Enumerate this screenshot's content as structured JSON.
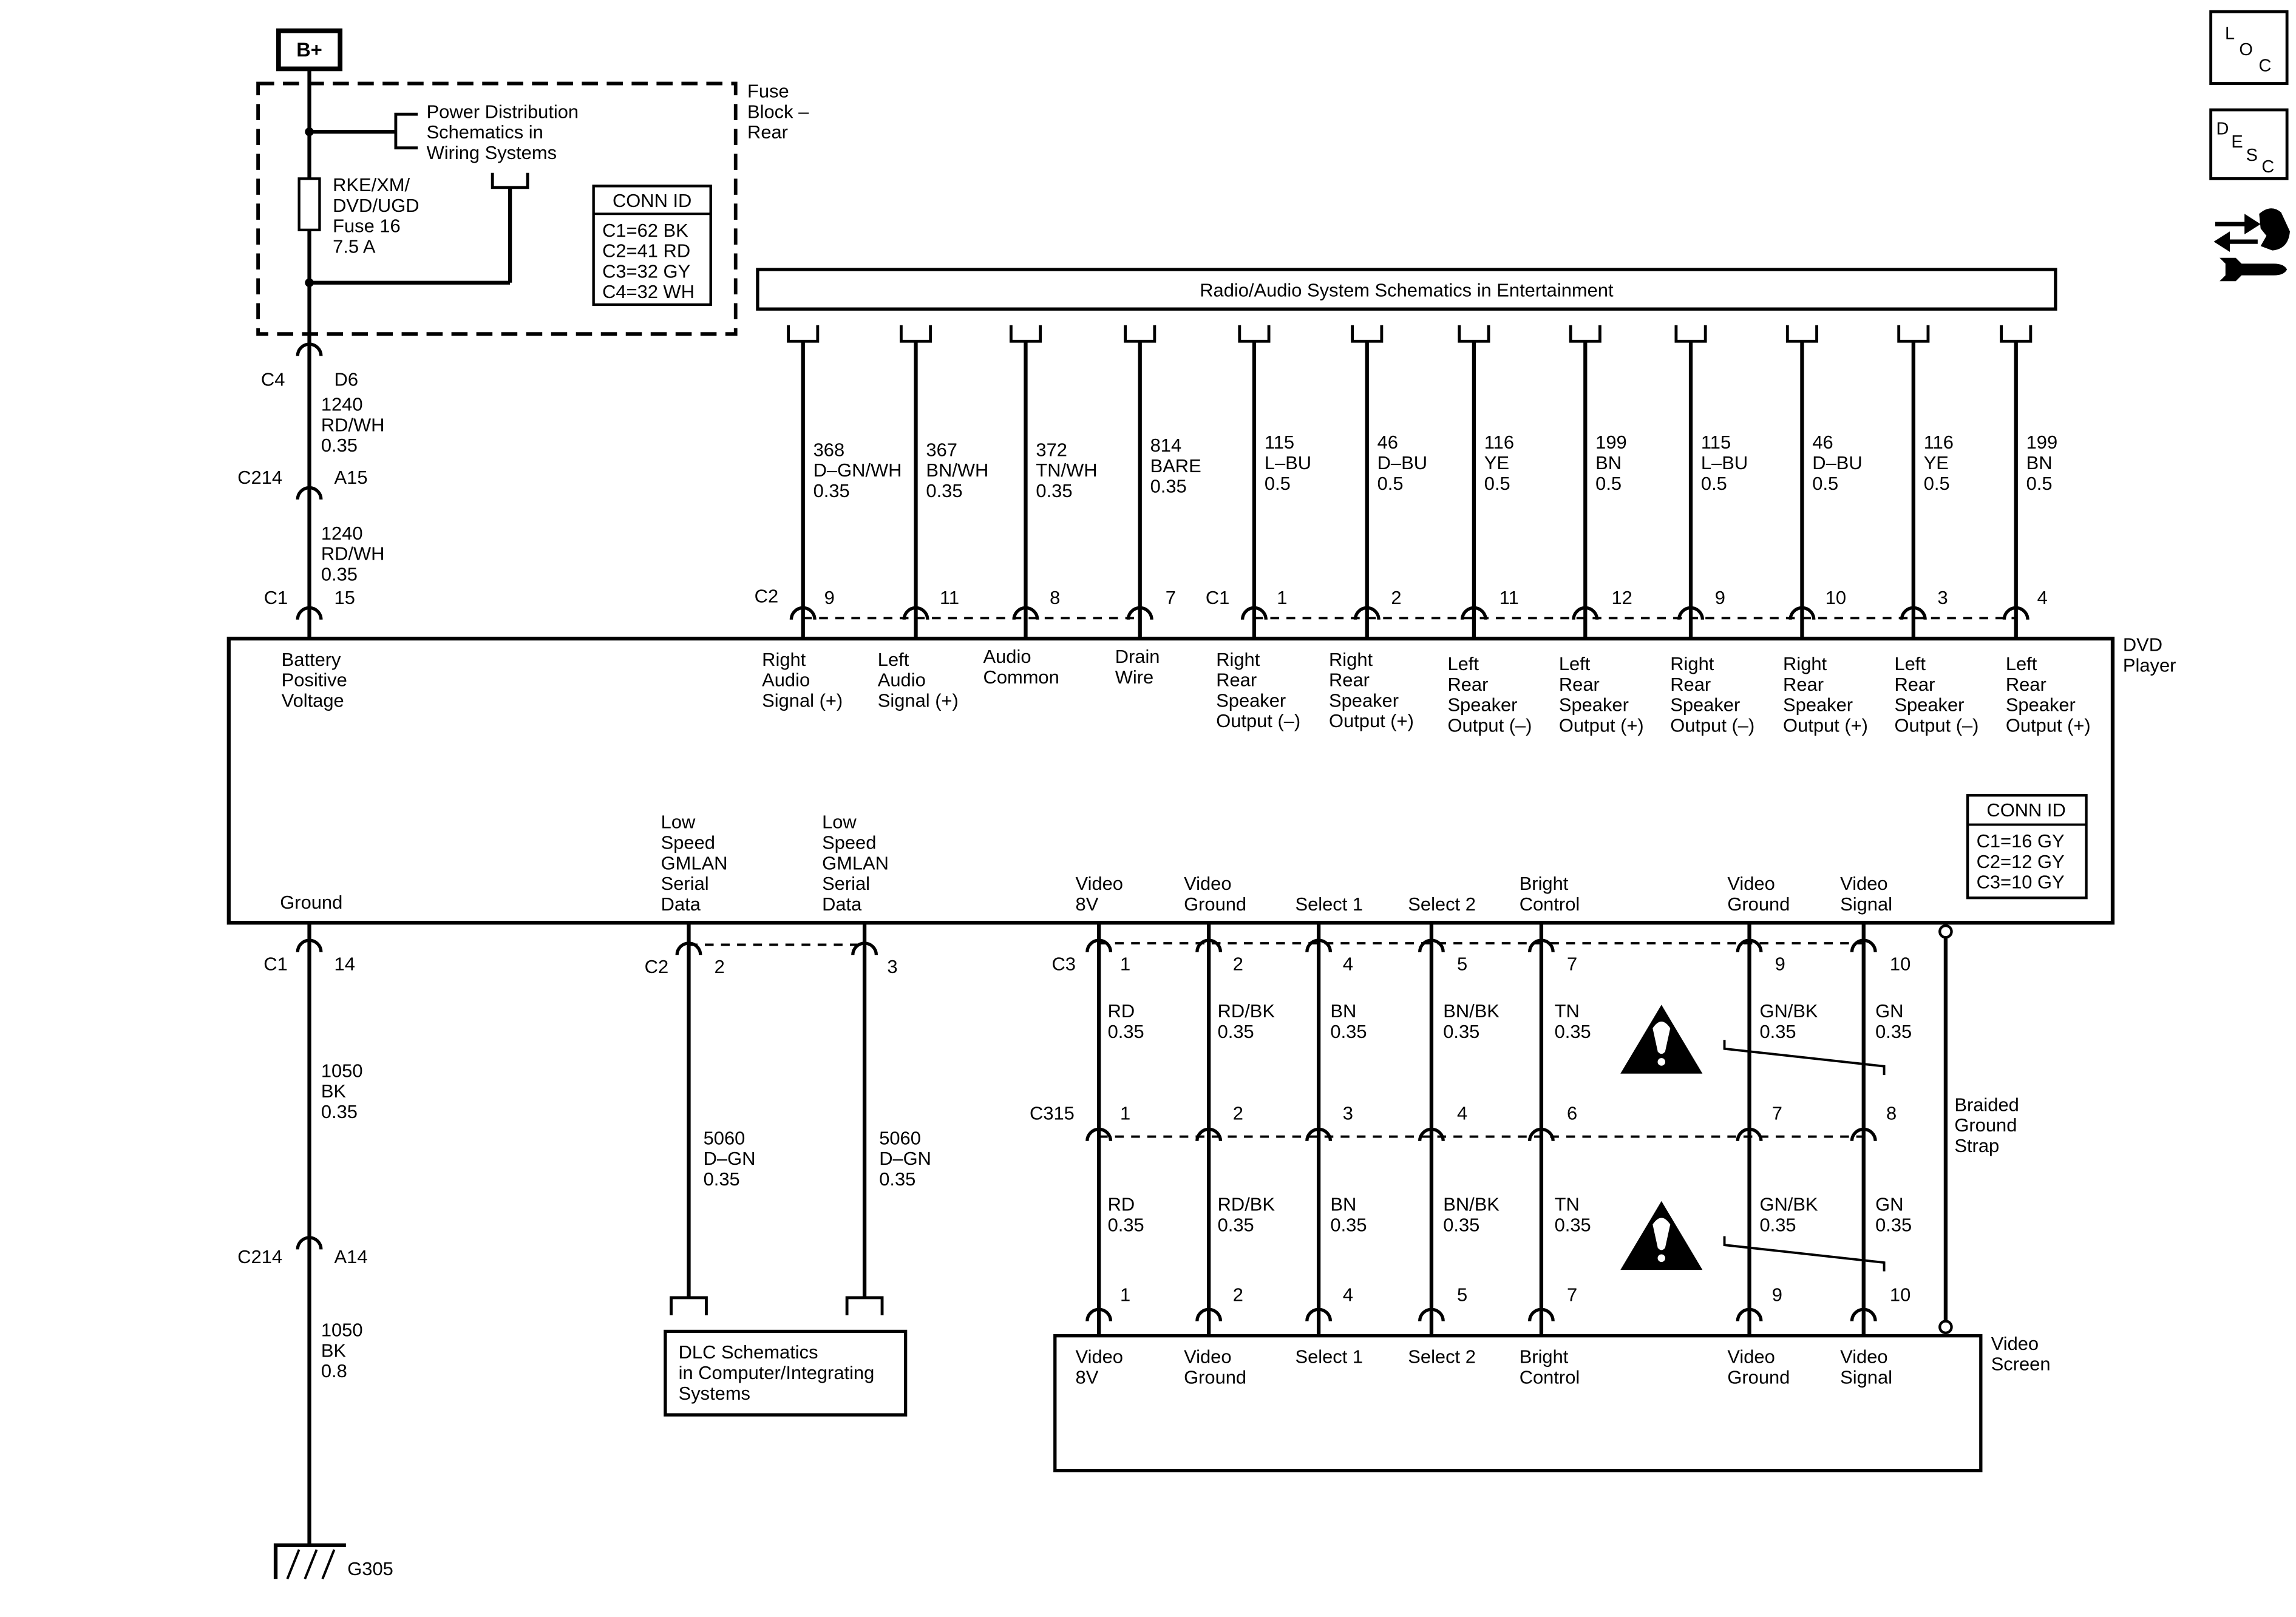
{
  "b_plus": "B+",
  "fuse_block": {
    "name": [
      "Fuse",
      "Block –",
      "Rear"
    ],
    "power_distribution": [
      "Power Distribution",
      "Schematics in",
      "Wiring Systems"
    ],
    "fuse": [
      "RKE/XM/",
      "DVD/UGD",
      "Fuse 16",
      "7.5 A"
    ],
    "conn_id": {
      "title": "CONN ID",
      "rows": [
        "C1=62 BK",
        "C2=41 RD",
        "C3=32 GY",
        "C4=32 WH"
      ]
    }
  },
  "power_circuit": {
    "c4": "C4",
    "c4_pin": "D6",
    "wire_a": {
      "circuit": "1240",
      "color": "RD/WH",
      "size": "0.35"
    },
    "c214": "C214",
    "c214_pin": "A15",
    "wire_b": {
      "circuit": "1240",
      "color": "RD/WH",
      "size": "0.35"
    },
    "c1": "C1",
    "c1_pin": "15"
  },
  "radio_bar": "Radio/Audio System Schematics in Entertainment",
  "audio_connectors": {
    "c2": "C2",
    "c1": "C1"
  },
  "audio_wires": [
    {
      "circuit": "368",
      "color": "D–GN/WH",
      "size": "0.35",
      "pin": "9",
      "label": [
        "Right",
        "Audio",
        "Signal (+)"
      ]
    },
    {
      "circuit": "367",
      "color": "BN/WH",
      "size": "0.35",
      "pin": "11",
      "label": [
        "Left",
        "Audio",
        "Signal (+)"
      ]
    },
    {
      "circuit": "372",
      "color": "TN/WH",
      "size": "0.35",
      "pin": "8",
      "label": [
        "Audio",
        "Common"
      ]
    },
    {
      "circuit": "814",
      "color": "BARE",
      "size": "0.35",
      "pin": "7",
      "label": [
        "Drain",
        "Wire"
      ]
    },
    {
      "circuit": "115",
      "color": "L–BU",
      "size": "0.5",
      "pin": "1",
      "label": [
        "Right",
        "Rear",
        "Speaker",
        "Output (–)"
      ]
    },
    {
      "circuit": "46",
      "color": "D–BU",
      "size": "0.5",
      "pin": "2",
      "label": [
        "Right",
        "Rear",
        "Speaker",
        "Output (+)"
      ]
    },
    {
      "circuit": "116",
      "color": "YE",
      "size": "0.5",
      "pin": "11",
      "label": [
        "Left",
        "Rear",
        "Speaker",
        "Output (–)"
      ]
    },
    {
      "circuit": "199",
      "color": "BN",
      "size": "0.5",
      "pin": "12",
      "label": [
        "Left",
        "Rear",
        "Speaker",
        "Output (+)"
      ]
    },
    {
      "circuit": "115",
      "color": "L–BU",
      "size": "0.5",
      "pin": "9",
      "label": [
        "Right",
        "Rear",
        "Speaker",
        "Output (–)"
      ]
    },
    {
      "circuit": "46",
      "color": "D–BU",
      "size": "0.5",
      "pin": "10",
      "label": [
        "Right",
        "Rear",
        "Speaker",
        "Output (+)"
      ]
    },
    {
      "circuit": "116",
      "color": "YE",
      "size": "0.5",
      "pin": "3",
      "label": [
        "Left",
        "Rear",
        "Speaker",
        "Output (–)"
      ]
    },
    {
      "circuit": "199",
      "color": "BN",
      "size": "0.5",
      "pin": "4",
      "label": [
        "Left",
        "Rear",
        "Speaker",
        "Output (+)"
      ]
    }
  ],
  "dvd_player": {
    "name": [
      "DVD",
      "Player"
    ],
    "battery_label": [
      "Battery",
      "Positive",
      "Voltage"
    ],
    "ground_label": "Ground",
    "gmlan_labels": [
      [
        "Low",
        "Speed",
        "GMLAN",
        "Serial",
        "Data"
      ],
      [
        "Low",
        "Speed",
        "GMLAN",
        "Serial",
        "Data"
      ]
    ],
    "conn_id": {
      "title": "CONN ID",
      "rows": [
        "C1=16 GY",
        "C2=12 GY",
        "C3=10 GY"
      ]
    }
  },
  "ground_circuit": {
    "c1": "C1",
    "c1_pin": "14",
    "wire_a": {
      "circuit": "1050",
      "color": "BK",
      "size": "0.35"
    },
    "c214": "C214",
    "c214_pin": "A14",
    "wire_b": {
      "circuit": "1050",
      "color": "BK",
      "size": "0.8"
    },
    "ground_id": "G305"
  },
  "gmlan_circuit": {
    "c2": "C2",
    "pins": [
      "2",
      "3"
    ],
    "wires": [
      {
        "circuit": "5060",
        "color": "D–GN",
        "size": "0.35"
      },
      {
        "circuit": "5060",
        "color": "D–GN",
        "size": "0.35"
      }
    ],
    "dlc_box": [
      "DLC Schematics",
      "in Computer/Integrating",
      "Systems"
    ]
  },
  "video_connectors": {
    "c3": "C3",
    "c315": "C315"
  },
  "video_wires": [
    {
      "dvd_label": [
        "Video",
        "8V"
      ],
      "c3_pin": "1",
      "upper": [
        "RD",
        "0.35"
      ],
      "c315_pin": "1",
      "lower": [
        "RD",
        "0.35"
      ],
      "screen_pin": "1",
      "screen_label": [
        "Video",
        "8V"
      ]
    },
    {
      "dvd_label": [
        "Video",
        "Ground"
      ],
      "c3_pin": "2",
      "upper": [
        "RD/BK",
        "0.35"
      ],
      "c315_pin": "2",
      "lower": [
        "RD/BK",
        "0.35"
      ],
      "screen_pin": "2",
      "screen_label": [
        "Video",
        "Ground"
      ]
    },
    {
      "dvd_label": [
        "Select 1"
      ],
      "c3_pin": "4",
      "upper": [
        "BN",
        "0.35"
      ],
      "c315_pin": "3",
      "lower": [
        "BN",
        "0.35"
      ],
      "screen_pin": "4",
      "screen_label": [
        "Select 1"
      ]
    },
    {
      "dvd_label": [
        "Select 2"
      ],
      "c3_pin": "5",
      "upper": [
        "BN/BK",
        "0.35"
      ],
      "c315_pin": "4",
      "lower": [
        "BN/BK",
        "0.35"
      ],
      "screen_pin": "5",
      "screen_label": [
        "Select 2"
      ]
    },
    {
      "dvd_label": [
        "Bright",
        "Control"
      ],
      "c3_pin": "7",
      "upper": [
        "TN",
        "0.35"
      ],
      "c315_pin": "6",
      "lower": [
        "TN",
        "0.35"
      ],
      "screen_pin": "7",
      "screen_label": [
        "Bright",
        "Control"
      ]
    },
    {
      "dvd_label": [
        "Video",
        "Ground"
      ],
      "c3_pin": "9",
      "upper": [
        "GN/BK",
        "0.35"
      ],
      "c315_pin": "7",
      "lower": [
        "GN/BK",
        "0.35"
      ],
      "screen_pin": "9",
      "screen_label": [
        "Video",
        "Ground"
      ]
    },
    {
      "dvd_label": [
        "Video",
        "Signal"
      ],
      "c3_pin": "10",
      "upper": [
        "GN",
        "0.35"
      ],
      "c315_pin": "8",
      "lower": [
        "GN",
        "0.35"
      ],
      "screen_pin": "10",
      "screen_label": [
        "Video",
        "Signal"
      ]
    }
  ],
  "braided_strap": [
    "Braided",
    "Ground",
    "Strap"
  ],
  "video_screen": [
    "Video",
    "Screen"
  ],
  "side_icons": {
    "loc": [
      "L",
      "O",
      "C"
    ],
    "desc": [
      "D",
      "E",
      "S",
      "C"
    ],
    "tool_icon": "service-tool-icon"
  }
}
